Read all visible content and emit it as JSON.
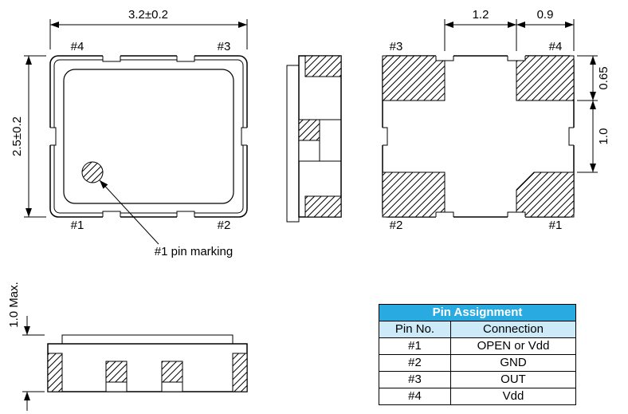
{
  "colors": {
    "table_header_bg": "#29abe2",
    "table_header_text": "#ffffff",
    "table_subheader_bg": "#cdeaf8",
    "line": "#000000"
  },
  "views": {
    "top": {
      "dim_width": "3.2±0.2",
      "dim_height": "2.5±0.2",
      "pins": {
        "top_left": "#4",
        "top_right": "#3",
        "bottom_left": "#1",
        "bottom_right": "#2"
      },
      "note": "#1 pin marking"
    },
    "bottom": {
      "dim_pad_inner": "1.2",
      "dim_pad_width": "0.9",
      "dim_pad_height": "0.65",
      "dim_pad_pitch": "1.0",
      "pins": {
        "top_left": "#3",
        "top_right": "#4",
        "bottom_left": "#2",
        "bottom_right": "#1"
      }
    },
    "front": {
      "dim_height": "1.0 Max."
    }
  },
  "pin_table": {
    "title": "Pin Assignment",
    "headers": {
      "pin": "Pin No.",
      "connection": "Connection"
    },
    "rows": [
      {
        "pin": "#1",
        "connection": "OPEN or Vdd"
      },
      {
        "pin": "#2",
        "connection": "GND"
      },
      {
        "pin": "#3",
        "connection": "OUT"
      },
      {
        "pin": "#4",
        "connection": "Vdd"
      }
    ]
  }
}
